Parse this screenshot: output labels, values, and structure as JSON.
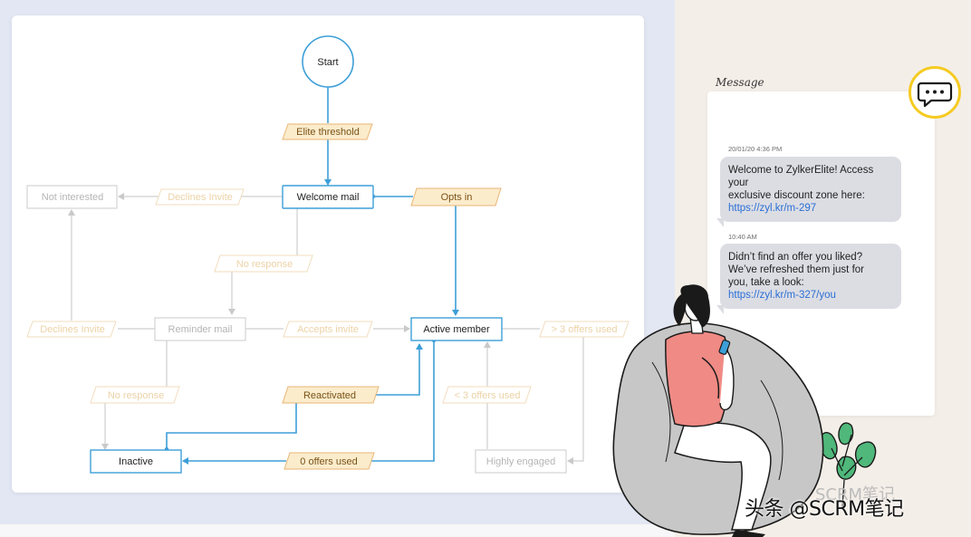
{
  "flowchart": {
    "start": "Start",
    "nodes": {
      "welcome_mail": "Welcome mail",
      "not_interested": "Not interested",
      "reminder_mail": "Reminder mail",
      "active_member": "Active member",
      "inactive": "Inactive",
      "highly_engaged": "Highly engaged"
    },
    "conditions": {
      "elite_threshold": "Elite threshold",
      "declines_invite_1": "Declines Invite",
      "opts_in": "Opts in",
      "no_response_1": "No response",
      "declines_invite_2": "Declines Invite",
      "accepts_invite": "Accepts invite",
      "more_than_3_offers": "> 3 offers used",
      "no_response_2": "No response",
      "reactivated": "Reactivated",
      "less_than_3_offers": "< 3 offers used",
      "zero_offers": "0 offers used"
    }
  },
  "message": {
    "title": "Message",
    "items": [
      {
        "timestamp": "20/01/20 4:36 PM",
        "lines": [
          "Welcome to ZylkerElite! Access your",
          "exclusive discount zone here:"
        ],
        "link": "https://zyl.kr/m-297"
      },
      {
        "timestamp": "10:40 AM",
        "lines": [
          "Didn’t find an offer you liked?",
          "We’ve refreshed them just for",
          "you, take a look:"
        ],
        "link": "https://zyl.kr/m-327/you"
      }
    ]
  },
  "chat_button_icon": "chat-bubble-icon",
  "watermark": {
    "main": "头条 @SCRM笔记",
    "overlay": "SCRM笔记"
  },
  "colors": {
    "active_stroke": "#3d9fd8",
    "active_fill_label": "#fbeccc",
    "label_stroke": "#e9b676",
    "faded_text": "#c4c4c4",
    "faded_label_text": "#f2d7ae",
    "yellow_ring": "#f5cb22",
    "link": "#2a6fd6",
    "bubble": "#dcdde3"
  }
}
